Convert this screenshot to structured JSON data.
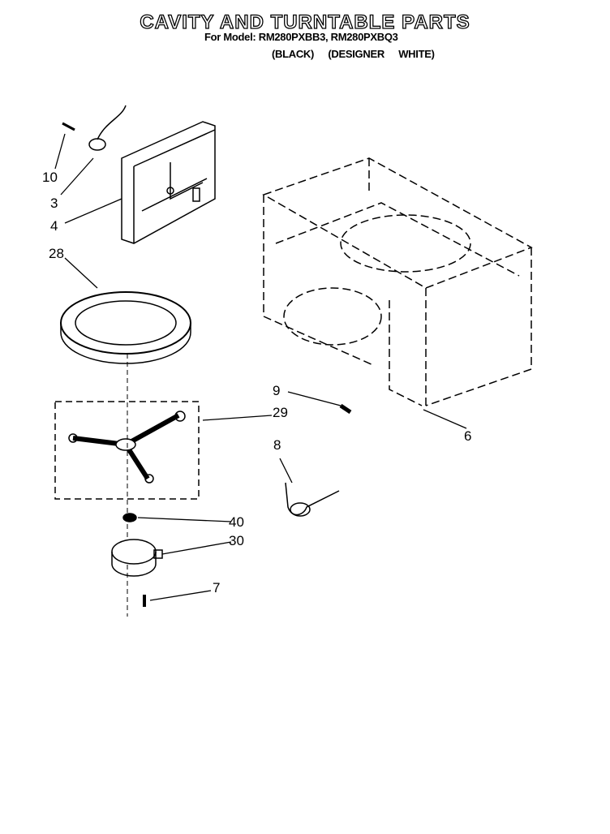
{
  "header": {
    "title": "CAVITY AND TURNTABLE PARTS",
    "models": "For Model: RM280PXBB3, RM280PXBQ3",
    "variant_black": "(BLACK)",
    "variant_white": "(DESIGNER WHITE)"
  },
  "callouts": {
    "p10": "10",
    "p3": "3",
    "p4": "4",
    "p28": "28",
    "p9": "9",
    "p29": "29",
    "p6": "6",
    "p8": "8",
    "p40": "40",
    "p30": "30",
    "p7": "7"
  }
}
